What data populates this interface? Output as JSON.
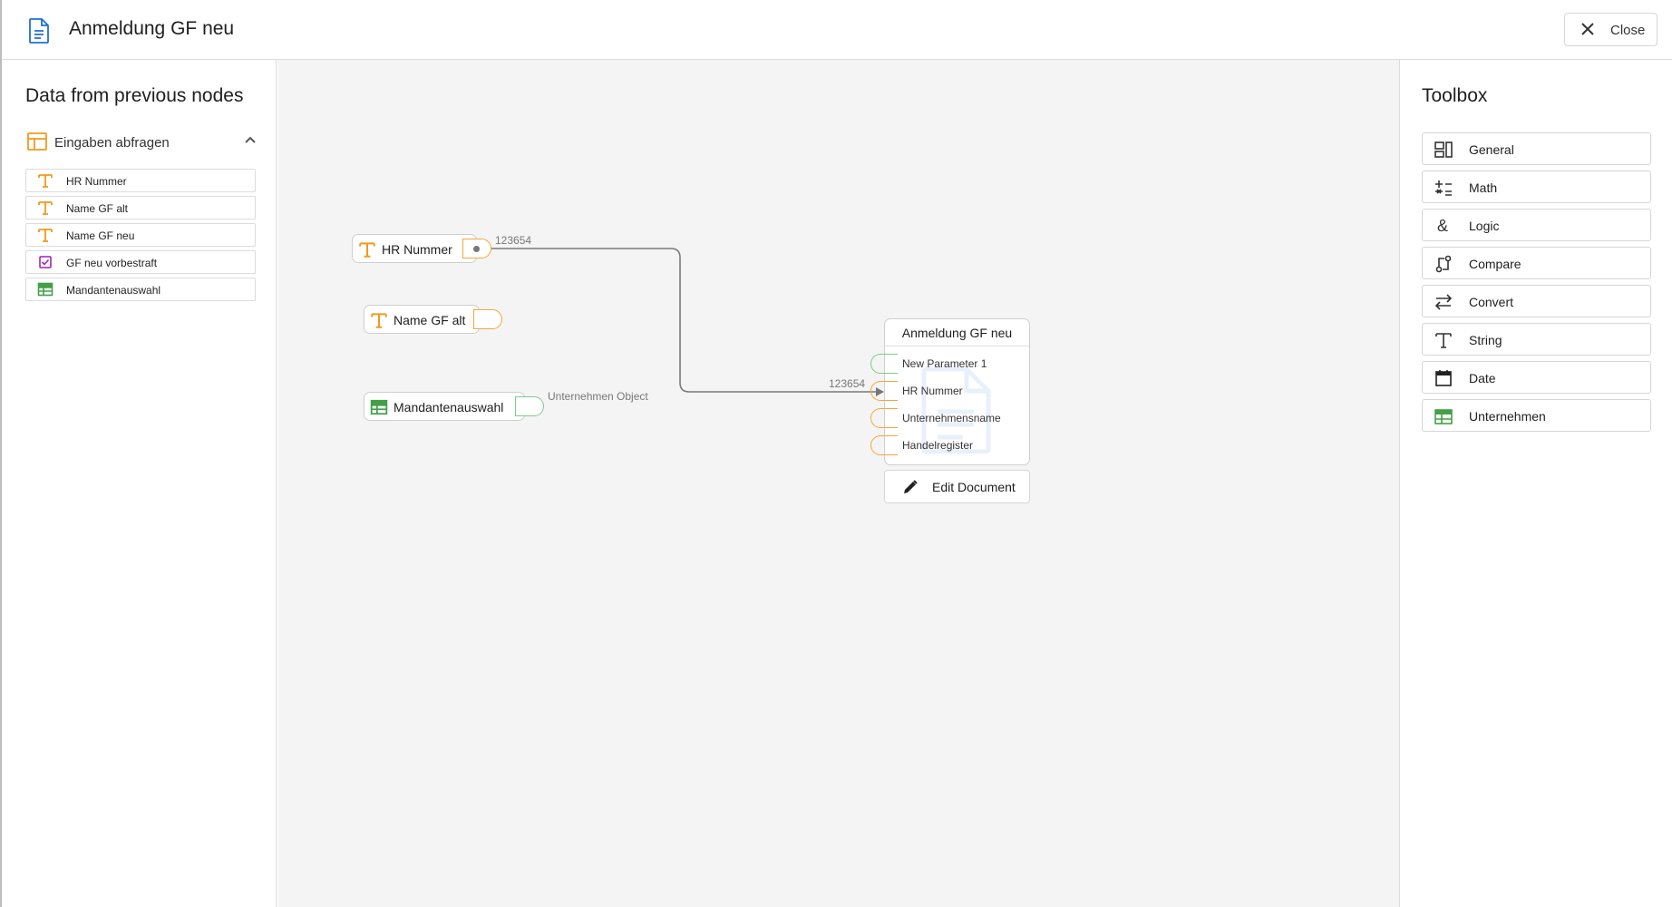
{
  "header": {
    "title": "Anmeldung GF neu",
    "close_label": "Close",
    "icon": "document-icon"
  },
  "left_panel": {
    "title": "Data from previous nodes",
    "group": {
      "label": "Eingaben abfragen",
      "icon": "table-layout-icon",
      "expanded": true
    },
    "items": [
      {
        "label": "HR Nummer",
        "icon": "text-icon",
        "color": "#f09a1d"
      },
      {
        "label": "Name GF alt",
        "icon": "text-icon",
        "color": "#f09a1d"
      },
      {
        "label": "Name GF neu",
        "icon": "text-icon",
        "color": "#f09a1d"
      },
      {
        "label": "GF neu vorbestraft",
        "icon": "checkbox-icon",
        "color": "#9c27b0"
      },
      {
        "label": "Mandantenauswahl",
        "icon": "table-icon",
        "color": "#43a047"
      }
    ]
  },
  "canvas": {
    "source_nodes": [
      {
        "label": "HR Nummer",
        "icon": "text-icon",
        "output_value": "123654"
      },
      {
        "label": "Name GF alt",
        "icon": "text-icon"
      },
      {
        "label": "Mandantenauswahl",
        "icon": "table-icon",
        "output_value": "Unternehmen Object"
      }
    ],
    "document_node": {
      "title": "Anmeldung GF neu",
      "params": [
        {
          "label": "New Parameter 1",
          "color": "green"
        },
        {
          "label": "HR Nummer",
          "color": "orange",
          "connected_value": "123654"
        },
        {
          "label": "Unternehmensname",
          "color": "orange"
        },
        {
          "label": "Handelregister",
          "color": "orange"
        }
      ],
      "edit_label": "Edit Document"
    }
  },
  "toolbox": {
    "title": "Toolbox",
    "items": [
      {
        "label": "General",
        "icon": "general-icon"
      },
      {
        "label": "Math",
        "icon": "math-icon"
      },
      {
        "label": "Logic",
        "icon": "ampersand-icon"
      },
      {
        "label": "Compare",
        "icon": "compare-icon"
      },
      {
        "label": "Convert",
        "icon": "convert-icon"
      },
      {
        "label": "String",
        "icon": "text-icon"
      },
      {
        "label": "Date",
        "icon": "calendar-icon"
      },
      {
        "label": "Unternehmen",
        "icon": "table-icon"
      }
    ]
  },
  "colors": {
    "text_type": "#f09a1d",
    "object_type": "#43a047",
    "bool_type": "#9c27b0",
    "accent": "#1e88e5"
  }
}
